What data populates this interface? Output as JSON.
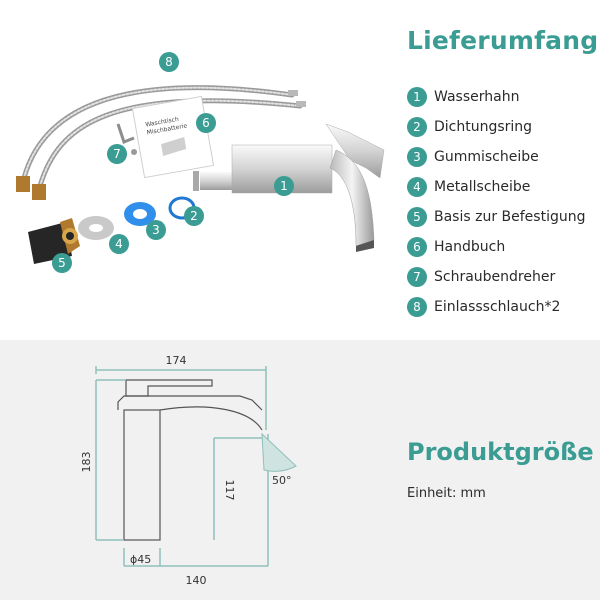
{
  "contents": {
    "title": "Lieferumfang",
    "items": [
      {
        "number": "1",
        "label": "Wasserhahn"
      },
      {
        "number": "2",
        "label": "Dichtungsring"
      },
      {
        "number": "3",
        "label": "Gummischeibe"
      },
      {
        "number": "4",
        "label": "Metallscheibe"
      },
      {
        "number": "5",
        "label": "Basis zur Befestigung"
      },
      {
        "number": "6",
        "label": "Handbuch"
      },
      {
        "number": "7",
        "label": "Schraubendreher"
      },
      {
        "number": "8",
        "label": "Einlassschlauch*2"
      }
    ]
  },
  "manual": {
    "line1": "Waschtisch",
    "line2": "Mischbatterie"
  },
  "size": {
    "title": "Produktgröße",
    "unit": "Einheit: mm",
    "dimensions": {
      "width": "174",
      "height": "183",
      "spout_height": "117",
      "angle": "50°",
      "base_diameter": "ϕ45",
      "depth": "140"
    }
  },
  "colors": {
    "accent": "#3a9c92",
    "dimension_line": "#8fbfb9"
  }
}
